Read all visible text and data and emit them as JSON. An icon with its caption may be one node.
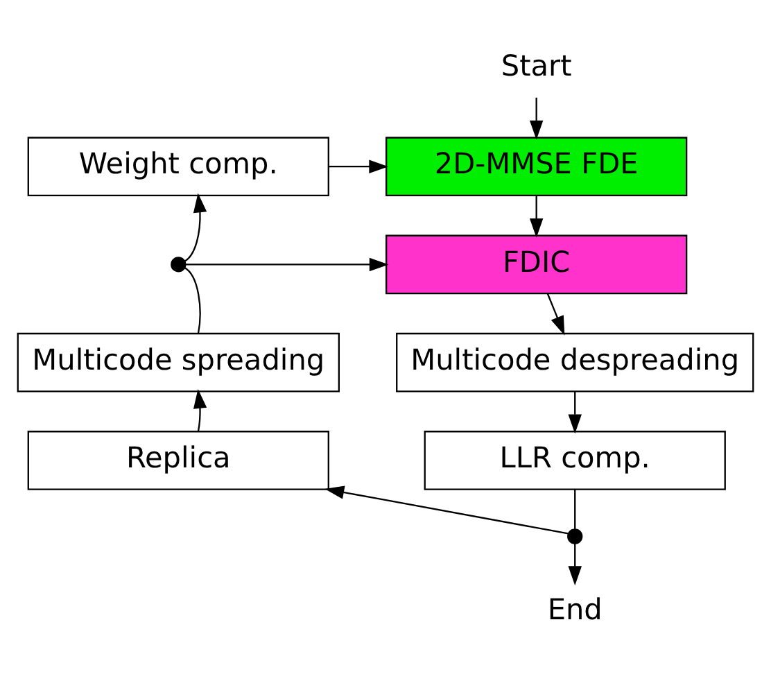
{
  "diagram": {
    "nodes": [
      {
        "text": [
          "Start"
        ]
      },
      {
        "text": [
          "2D-MMSE FDE"
        ]
      },
      {
        "text": [
          "Weight comp."
        ]
      },
      {
        "text": [
          "FDIC"
        ]
      },
      {
        "text": [],
        "shape": "circle"
      },
      {
        "text": [
          "Multicode despreading"
        ]
      },
      {
        "text": [
          "Multicode spreading"
        ]
      },
      {
        "text": [
          "LLR comp."
        ]
      },
      {
        "text": [
          "Replica"
        ]
      },
      {
        "text": [],
        "shape": "circle"
      },
      {
        "text": [
          "End"
        ]
      }
    ],
    "edges": [
      {
        "from": 0,
        "to": 1,
        "arrow": "to"
      },
      {
        "from": 2,
        "to": 1,
        "arrow": "to"
      },
      {
        "from": 1,
        "to": 3,
        "arrow": "to"
      },
      {
        "from": 4,
        "to": 3,
        "arrow": "to"
      },
      {
        "from": 4,
        "to": 2,
        "arrow": "to"
      },
      {
        "from": 3,
        "to": 5,
        "arrow": "to"
      },
      {
        "from": 5,
        "to": 7,
        "arrow": "to"
      },
      {
        "from": 6,
        "to": 4,
        "arrow": "none"
      },
      {
        "from": 8,
        "to": 6,
        "arrow": "to"
      },
      {
        "from": 7,
        "to": 9,
        "arrow": "none"
      },
      {
        "from": 9,
        "to": 10,
        "arrow": "to"
      },
      {
        "from": 9,
        "to": 8,
        "arrow": "to"
      }
    ]
  }
}
